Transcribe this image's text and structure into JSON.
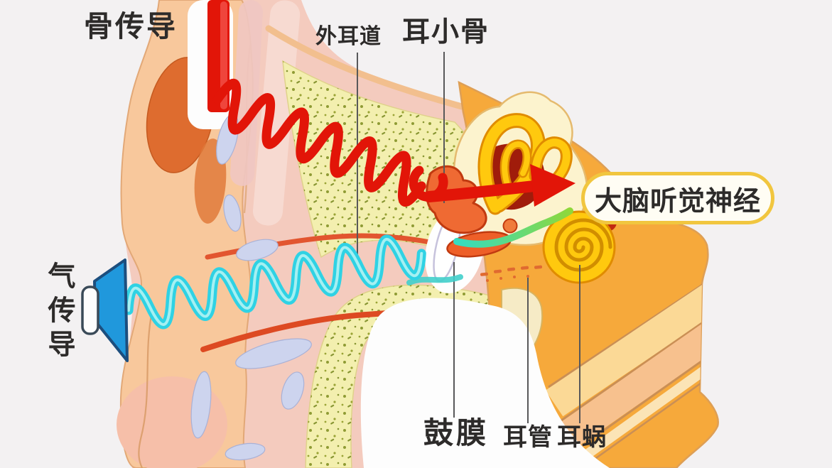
{
  "diagram": {
    "subject": "ear anatomy – hearing conduction pathways",
    "labels": {
      "bone_conduction": "骨传导",
      "air_conduction": "气传导",
      "external_ear_canal": "外耳道",
      "ossicles": "耳小骨",
      "brain_auditory_nerve": "大脑听觉神经",
      "eardrum": "鼓膜",
      "ear_tube": "耳管",
      "cochlea": "耳蜗"
    },
    "colors": {
      "background": "#f3f1f2",
      "skin_peach": "#f8c89c",
      "cartilage_orange": "#de6c2f",
      "canal_pink": "#f4cbbe",
      "bone_pale_yellow": "#f3efaf",
      "bone_speckle_olive": "#7d8c1e",
      "conduction_red": "#e21508",
      "conduction_cyan": "#2fd2e4",
      "nerve_signal_teal_green": "#35dcc0",
      "inner_ear_yellow": "#ffc90e",
      "head_orange": "#f6a93b",
      "lavender_cartilage": "#cdd4ee",
      "capsule_border_gold": "#f1c63f",
      "label_text": "#2d2b2a"
    }
  }
}
